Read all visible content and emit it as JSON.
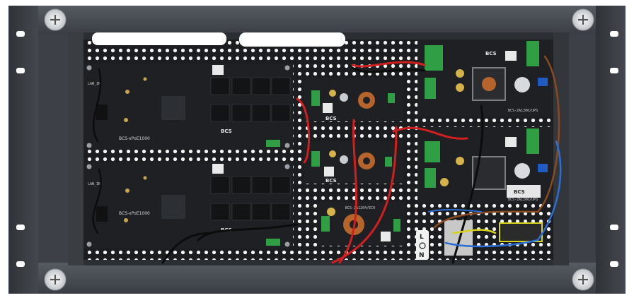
{
  "photo": {
    "subject": "rack-mount-enclosure",
    "colors": {
      "enclosure": "#3b3f45",
      "frame": "#4a4e55",
      "perforated_plate": "#1b1c1f",
      "pcb": "#1d1f22",
      "terminal_green": "#2f9e44",
      "wire_red": "#d11f1f",
      "wire_black": "#0c0c0c",
      "wire_blue": "#2a6fd6",
      "wire_brown": "#8a4b23",
      "wire_yellow_green": "#d6d21d"
    },
    "labels": {
      "poe_board_1": "BCS-xPoE1000",
      "poe_board_2": "BCS-xPoE1000",
      "bcs_logo_1": "BCS",
      "bcs_logo_2": "BCS",
      "bcs_logo_3": "BCS",
      "bcs_logo_4": "BCS",
      "bcs_logo_5": "BCS",
      "bcs_logo_6": "BCS",
      "ups_model_1": "BCS-ZA1206/UPS",
      "ups_model_2": "BCS-ZA1206/UPS",
      "lan_port_1": "LAN_IN",
      "lan_port_2": "LAN_IN",
      "module_label": "BCS-ZA1204/ECO",
      "terminal_l": "L",
      "terminal_n": "N"
    }
  }
}
